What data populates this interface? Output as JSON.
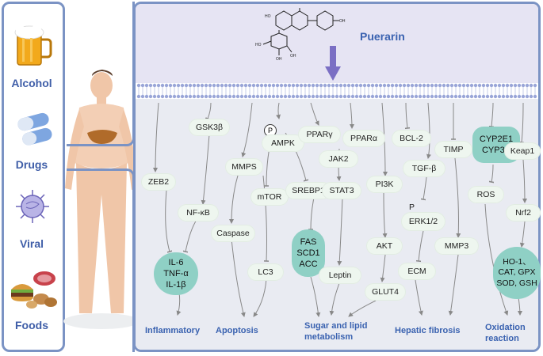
{
  "left_panel": {
    "items": [
      {
        "label": "Alcohol",
        "icon": "beer-mug-icon"
      },
      {
        "label": "Drugs",
        "icon": "capsule-pills-icon"
      },
      {
        "label": "Viral",
        "icon": "virus-icon"
      },
      {
        "label": "Foods",
        "icon": "food-icon"
      }
    ]
  },
  "compound": {
    "name": "Puerarin"
  },
  "nodes": {
    "zeb2": "ZEB2",
    "gsk3b": "GSK3β",
    "nfkb": "NF-κB",
    "mmps": "MMPS",
    "caspase": "Caspase",
    "lc3": "LC3",
    "p_label": "P",
    "ampk": "AMPK",
    "mtor": "mTOR",
    "srebp1": "SREBP1",
    "ppary": "PPARγ",
    "pparalpha": "PPARα",
    "jak2": "JAK2",
    "stat3": "STAT3",
    "leptin": "Leptin",
    "pi3k": "PI3K",
    "akt": "AKT",
    "glut4": "GLUT4",
    "bcl2": "BCL-2",
    "tgfb": "TGF-β",
    "erk_p": "P",
    "erk": "ERK1/2",
    "ecm": "ECM",
    "timp": "TIMP",
    "mmp3": "MMP3",
    "ros": "ROS",
    "keap1": "Keap1",
    "nrf2": "Nrf2"
  },
  "teal_nodes": {
    "cytokines": [
      "IL-6",
      "TNF-α",
      "IL-1β"
    ],
    "lipogenic": [
      "FAS",
      "SCD1",
      "ACC"
    ],
    "cyp": [
      "CYP2E1",
      "CYP3A"
    ],
    "antioxidant": [
      "HO-1、",
      "CAT, GPX",
      "SOD, GSH"
    ]
  },
  "outcomes": {
    "inflammatory": "Inflammatory",
    "apoptosis": "Apoptosis",
    "sugar_lipid_1": "Sugar and lipid",
    "sugar_lipid_2": "metabolism",
    "fibrosis": "Hepatic fibrosis",
    "oxidation_1": "Oxidation",
    "oxidation_2": "reaction"
  },
  "colors": {
    "panel_border": "#7b93c4",
    "accent_text": "#3a62b0",
    "teal": "#8fd0c5",
    "node_bg": "#eef6ef",
    "arrow": "#7b86c8"
  }
}
